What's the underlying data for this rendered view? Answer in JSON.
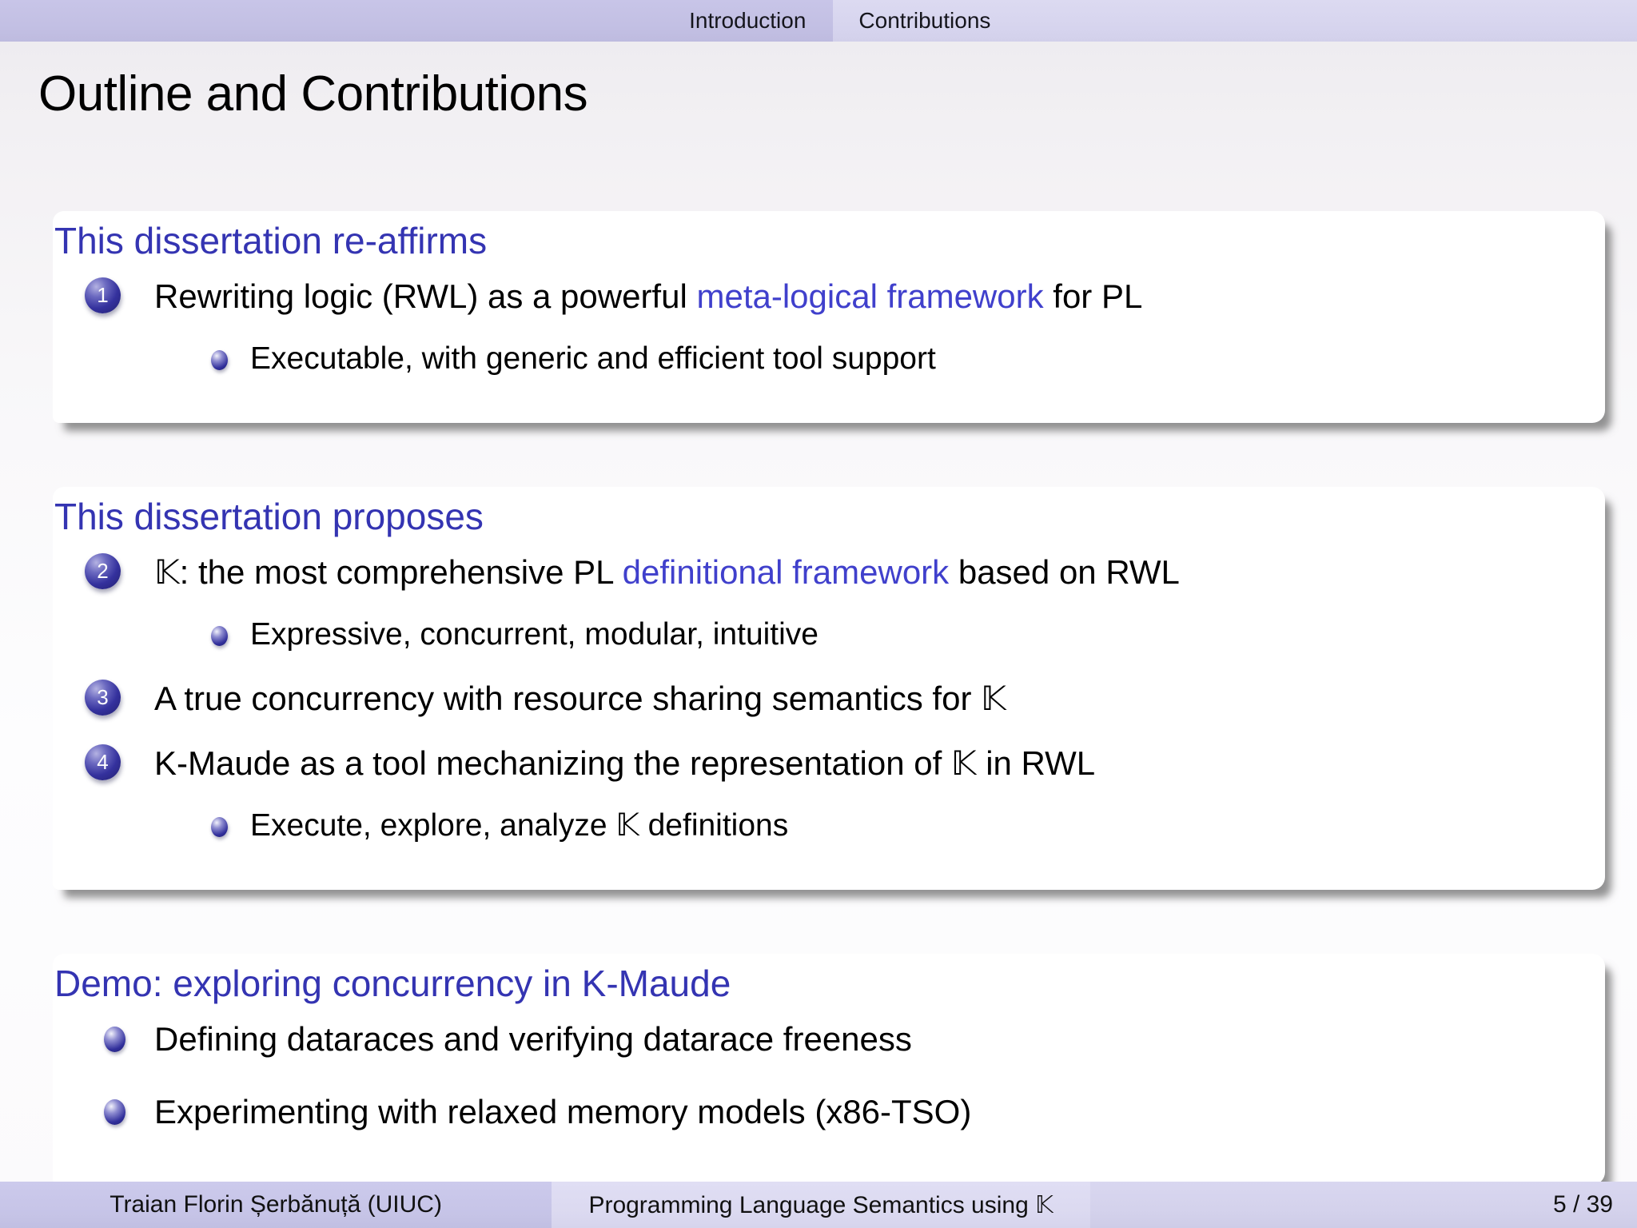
{
  "colors": {
    "nav_left_bg": "#c2bfe3",
    "nav_right_bg": "#d6d4ee",
    "heading_blue": "#3434b2",
    "highlight_blue": "#4040cc",
    "ball_navy": "#34319d",
    "block_bg": "#ffffff",
    "footer_author_bg": "#c6c4e7",
    "footer_deck_bg": "#dbd9f0",
    "footer_page_bg": "#d3d1eb"
  },
  "nav": {
    "items": [
      {
        "label": "Introduction"
      },
      {
        "label": "Contributions"
      }
    ]
  },
  "slide_title": "Outline and Contributions",
  "blocks": [
    {
      "heading": "This dissertation re-affirms",
      "items": [
        {
          "marker": "1",
          "level": 1,
          "segments": [
            {
              "t": "Rewriting logic (RWL) as a powerful "
            },
            {
              "t": "meta-logical framework",
              "hl": true
            },
            {
              "t": " for PL"
            }
          ]
        },
        {
          "marker": "dot",
          "level": 2,
          "segments": [
            {
              "t": "Executable, with generic and efficient tool support"
            }
          ]
        }
      ]
    },
    {
      "heading": "This dissertation proposes",
      "items": [
        {
          "marker": "2",
          "level": 1,
          "segments": [
            {
              "t": "𝕂: the most comprehensive PL "
            },
            {
              "t": "definitional framework",
              "hl": true
            },
            {
              "t": " based on RWL"
            }
          ]
        },
        {
          "marker": "dot",
          "level": 2,
          "segments": [
            {
              "t": "Expressive, concurrent, modular, intuitive"
            }
          ]
        },
        {
          "marker": "3",
          "level": 1,
          "segments": [
            {
              "t": "A true concurrency with resource sharing semantics for 𝕂"
            }
          ]
        },
        {
          "marker": "4",
          "level": 1,
          "segments": [
            {
              "t": "K-Maude as a tool mechanizing the representation of 𝕂 in RWL"
            }
          ]
        },
        {
          "marker": "dot",
          "level": 2,
          "segments": [
            {
              "t": "Execute, explore, analyze 𝕂 definitions"
            }
          ]
        }
      ]
    },
    {
      "heading": "Demo: exploring concurrency in K-Maude",
      "items": [
        {
          "marker": "dot-lg",
          "level": 1,
          "segments": [
            {
              "t": "Defining dataraces and verifying datarace freeness"
            }
          ]
        },
        {
          "marker": "dot-lg",
          "level": 1,
          "segments": [
            {
              "t": "Experimenting with relaxed memory models (x86-TSO)"
            }
          ]
        }
      ]
    }
  ],
  "footer": {
    "author": "Traian Florin Șerbănuță  (UIUC)",
    "deck_title": "Programming Language Semantics using 𝕂",
    "page_indicator": "5 / 39"
  }
}
